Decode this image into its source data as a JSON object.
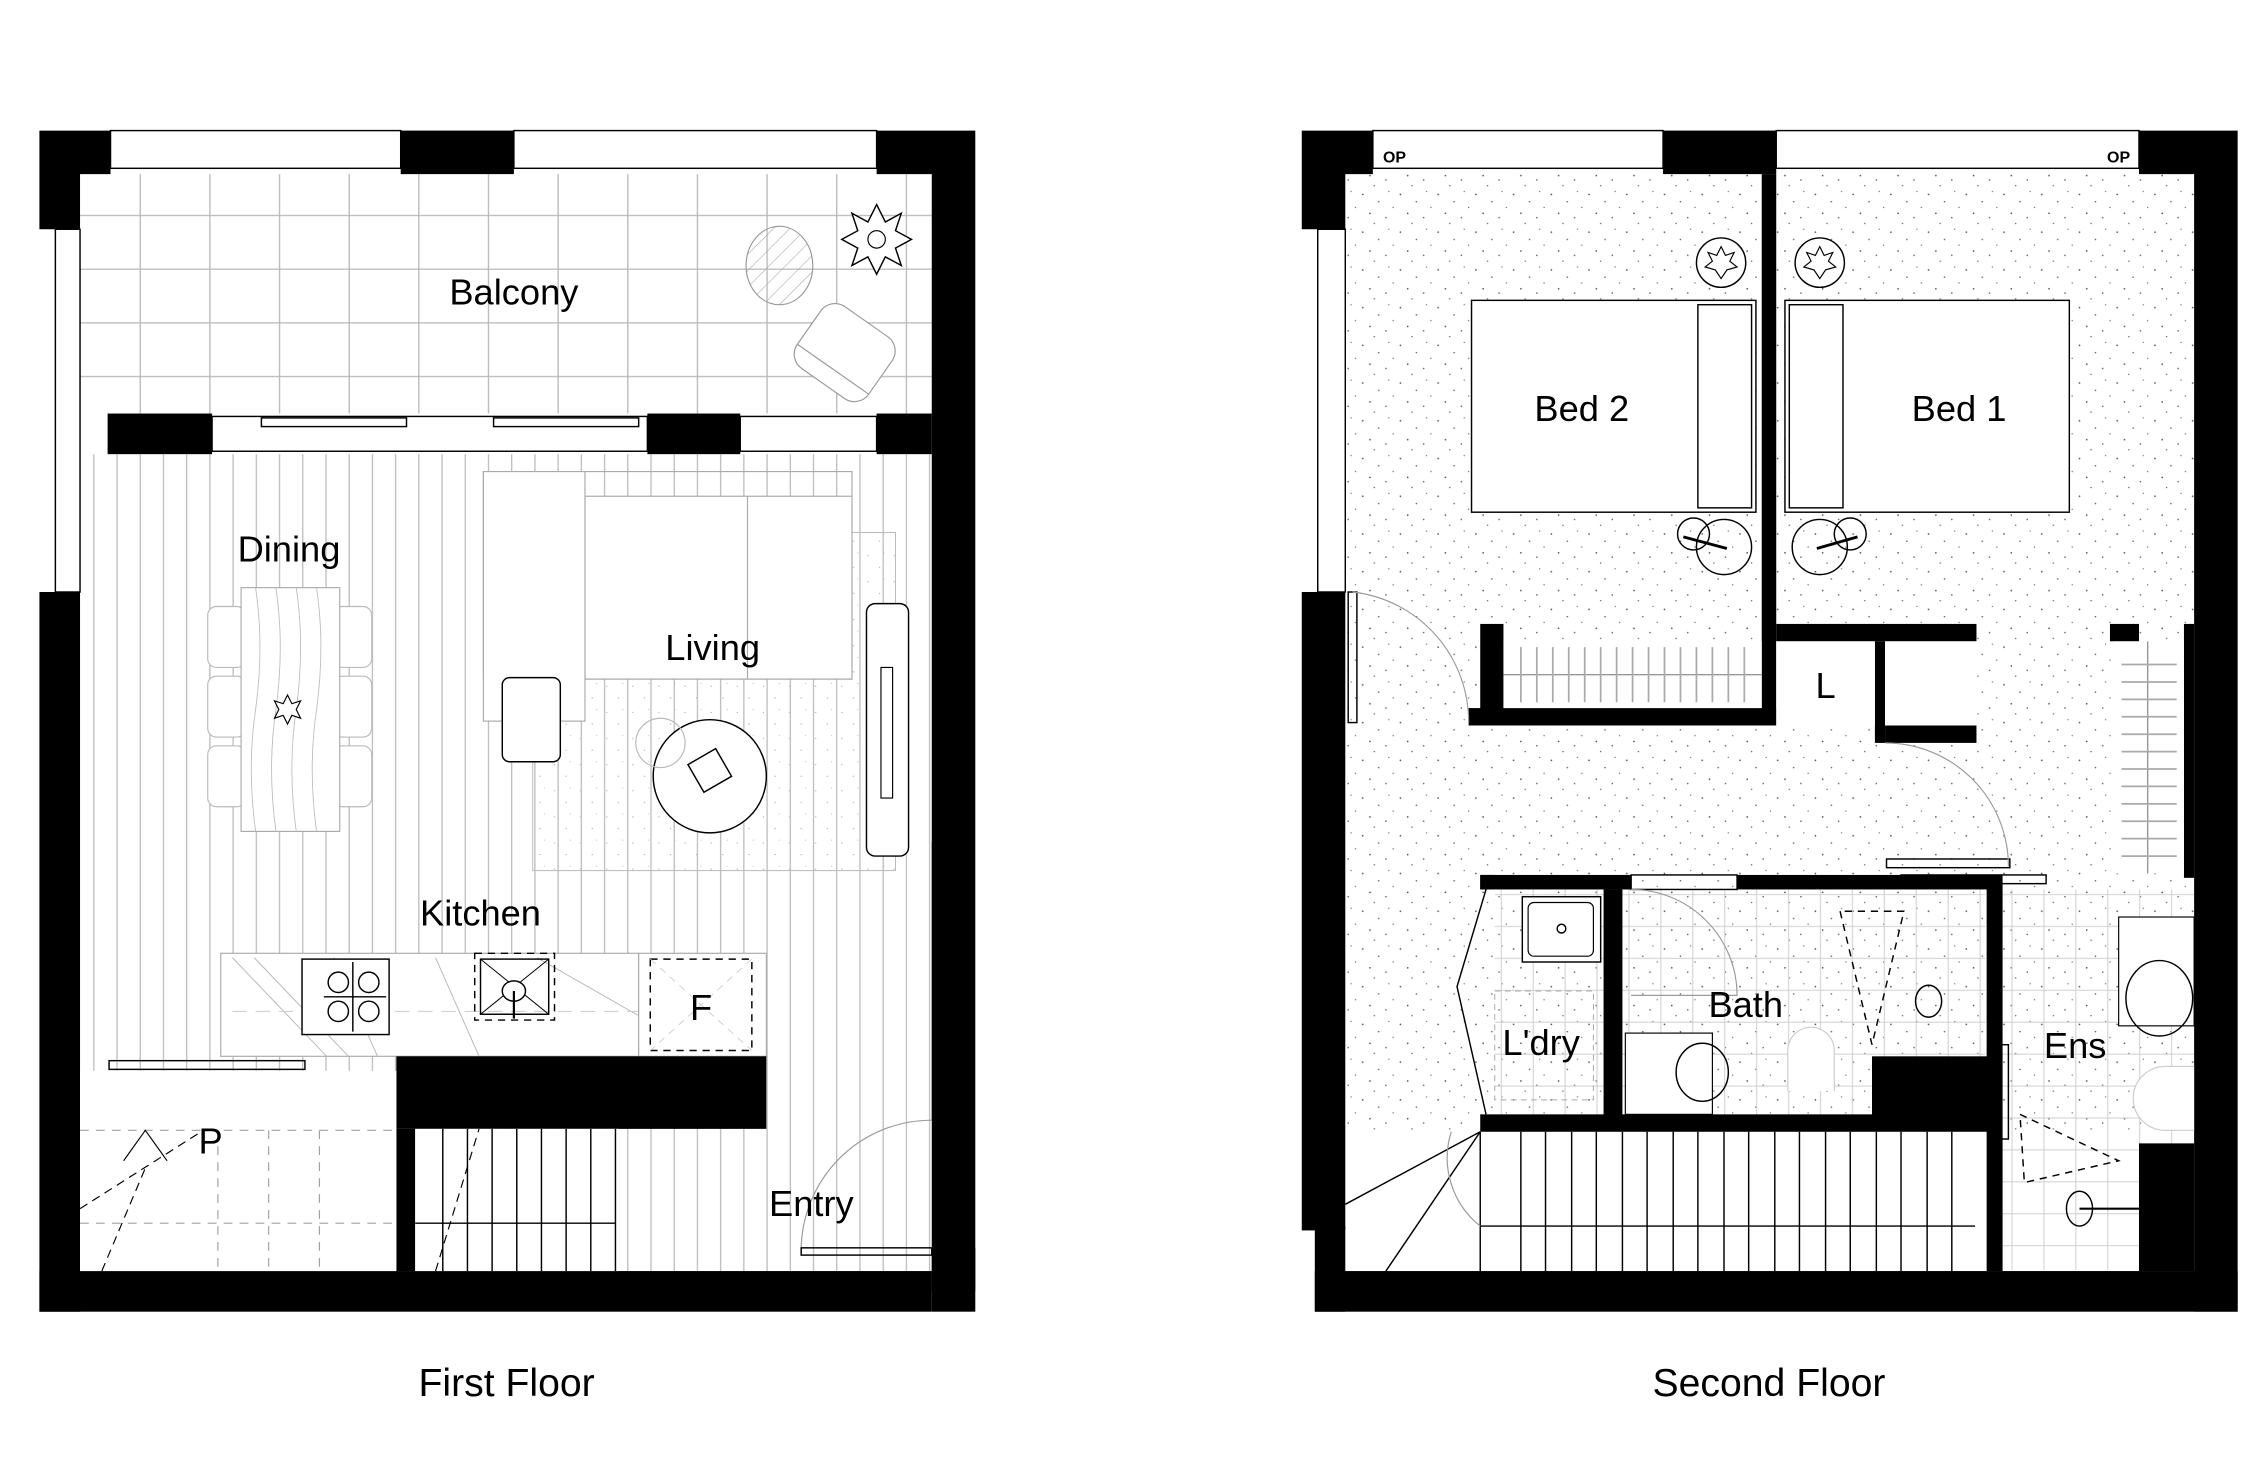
{
  "plans": [
    {
      "caption": "First Floor",
      "rooms": {
        "balcony": "Balcony",
        "dining": "Dining",
        "living": "Living",
        "kitchen": "Kitchen",
        "entry": "Entry",
        "pantry": "P",
        "fridge": "F"
      }
    },
    {
      "caption": "Second Floor",
      "rooms": {
        "bed2": "Bed 2",
        "bed1": "Bed 1",
        "linen": "L",
        "bath": "Bath",
        "laundry": "L'dry",
        "ensuite": "Ens"
      },
      "window_tags": [
        "OP",
        "OP"
      ]
    }
  ],
  "colors": {
    "wall": "#000000",
    "background": "#ffffff",
    "hatch": "#9a9a9a"
  }
}
